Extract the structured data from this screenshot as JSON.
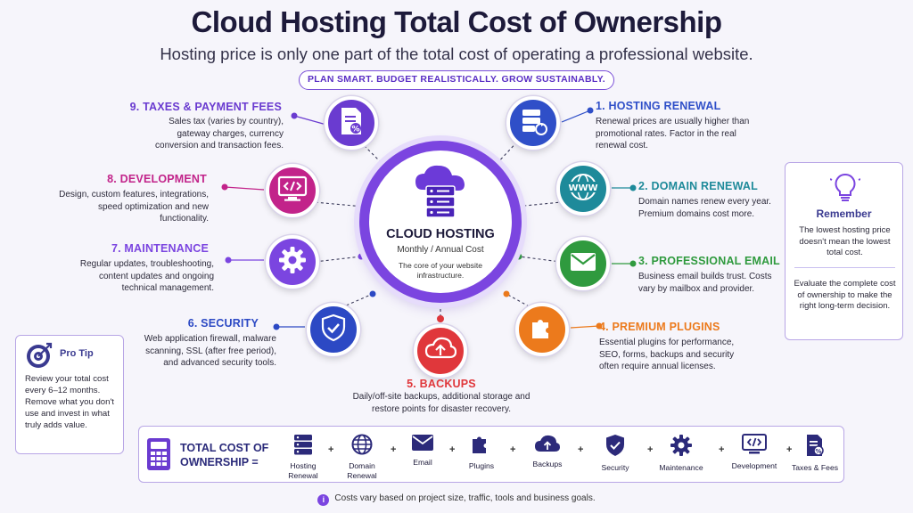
{
  "header": {
    "title": "Cloud Hosting Total Cost of Ownership",
    "subtitle": "Hosting price is only one part of the total cost of operating a professional website.",
    "tagline": "PLAN SMART. BUDGET REALISTICALLY. GROW SUSTAINABLY."
  },
  "hub": {
    "title": "CLOUD HOSTING",
    "subtitle": "Monthly / Annual Cost",
    "description": "The core of your website infrastructure.",
    "icon": "cloud-server-icon"
  },
  "items": [
    {
      "title": "1. HOSTING RENEWAL",
      "description": "Renewal prices are usually higher than promotional rates. Factor in the real renewal cost.",
      "color": "#2f4fc8",
      "icon": "server-refresh-icon"
    },
    {
      "title": "2. DOMAIN RENEWAL",
      "description": "Domain names renew every year. Premium domains cost more.",
      "color": "#1e8a9a",
      "icon": "www-globe-icon"
    },
    {
      "title": "3. PROFESSIONAL EMAIL",
      "description": "Business email builds trust. Costs vary by mailbox and provider.",
      "color": "#2f9a3e",
      "icon": "envelope-icon"
    },
    {
      "title": "4. PREMIUM PLUGINS",
      "description": "Essential plugins for performance, SEO, forms, backups and security often require annual licenses.",
      "color": "#ec7a1c",
      "icon": "puzzle-icon"
    },
    {
      "title": "5. BACKUPS",
      "description": "Daily/off-site backups, additional storage and restore points for disaster recovery.",
      "color": "#e0373b",
      "icon": "cloud-upload-icon"
    },
    {
      "title": "6. SECURITY",
      "description": "Web application firewall, malware scanning, SSL (after free period), and advanced security tools.",
      "color": "#2c49c4",
      "icon": "shield-check-icon"
    },
    {
      "title": "7. MAINTENANCE",
      "description": "Regular updates, troubleshooting, content updates and ongoing technical management.",
      "color": "#7b45e0",
      "icon": "gear-icon"
    },
    {
      "title": "8. DEVELOPMENT",
      "description": "Design, custom features, integrations, speed optimization and new functionality.",
      "color": "#c2238a",
      "icon": "code-monitor-icon"
    },
    {
      "title": "9. TAXES & PAYMENT FEES",
      "description": "Sales tax (varies by country), gateway charges, currency conversion and transaction fees.",
      "color": "#6a3bd0",
      "icon": "receipt-percent-icon"
    }
  ],
  "remember": {
    "title": "Remember",
    "text1": "The lowest hosting price doesn't mean the lowest total cost.",
    "text2": "Evaluate the complete cost of ownership to make the right long-term decision.",
    "icon": "lightbulb-icon"
  },
  "protip": {
    "title": "Pro Tip",
    "text": "Review your total cost every 6–12 months. Remove what you don't use and invest in what truly adds value.",
    "icon": "target-icon"
  },
  "tco": {
    "label": "TOTAL COST OF OWNERSHIP =",
    "items": [
      {
        "label": "Hosting Renewal",
        "icon": "server-icon"
      },
      {
        "label": "Domain Renewal",
        "icon": "globe-icon"
      },
      {
        "label": "Email",
        "icon": "envelope-icon"
      },
      {
        "label": "Plugins",
        "icon": "puzzle-icon"
      },
      {
        "label": "Backups",
        "icon": "cloud-upload-icon"
      },
      {
        "label": "Security",
        "icon": "shield-check-icon"
      },
      {
        "label": "Maintenance",
        "icon": "gear-icon"
      },
      {
        "label": "Development",
        "icon": "code-monitor-icon"
      },
      {
        "label": "Taxes & Fees",
        "icon": "receipt-percent-icon"
      }
    ],
    "plus": "+",
    "icon": "calculator-icon"
  },
  "footnote": {
    "info": "i",
    "text": "Costs vary based on project size, traffic, tools and business goals."
  }
}
